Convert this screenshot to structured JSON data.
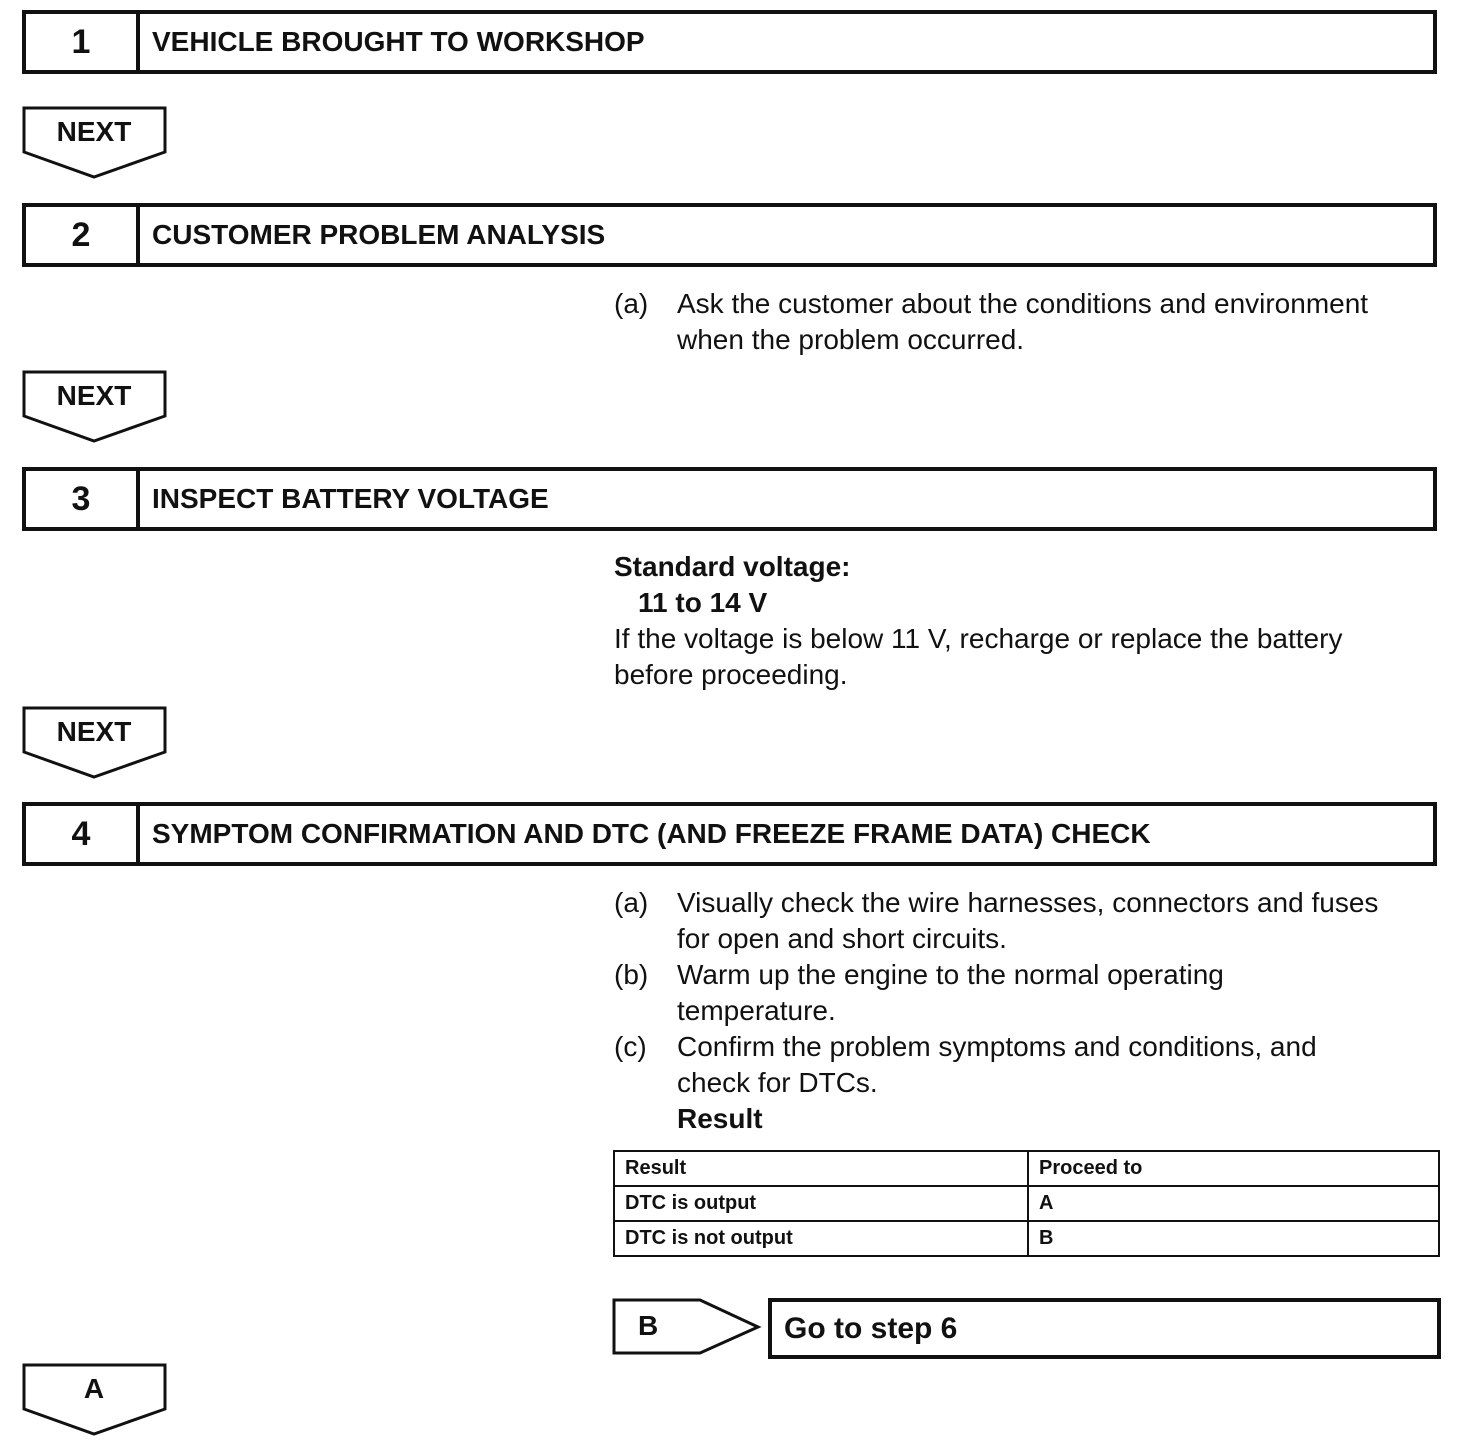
{
  "steps": [
    {
      "number": "1",
      "title": "VEHICLE BROUGHT TO WORKSHOP"
    },
    {
      "number": "2",
      "title": "CUSTOMER PROBLEM ANALYSIS"
    },
    {
      "number": "3",
      "title": "INSPECT BATTERY VOLTAGE"
    },
    {
      "number": "4",
      "title": "SYMPTOM CONFIRMATION AND DTC (AND FREEZE FRAME DATA) CHECK"
    }
  ],
  "next_label": "NEXT",
  "step2": {
    "items": [
      {
        "letter": "(a)",
        "line1": "Ask the customer about the conditions and environment",
        "line2": "when the problem occurred."
      }
    ]
  },
  "step3": {
    "standard_label": "Standard voltage:",
    "standard_value": "11 to 14 V",
    "note_line1": "If the voltage is below 11 V, recharge or replace the battery",
    "note_line2": "before proceeding."
  },
  "step4": {
    "items": [
      {
        "letter": "(a)",
        "line1": "Visually check the wire harnesses, connectors and fuses",
        "line2": "for open and short circuits."
      },
      {
        "letter": "(b)",
        "line1": "Warm up the engine to the normal operating",
        "line2": "temperature."
      },
      {
        "letter": "(c)",
        "line1": "Confirm the problem symptoms and conditions, and",
        "line2": "check for DTCs."
      }
    ],
    "result_heading": "Result",
    "table": {
      "headers": [
        "Result",
        "Proceed to"
      ],
      "rows": [
        [
          "DTC is output",
          "A"
        ],
        [
          "DTC is not output",
          "B"
        ]
      ]
    },
    "branch_b_label": "B",
    "branch_b_action": "Go to step 6",
    "branch_a_label": "A"
  }
}
